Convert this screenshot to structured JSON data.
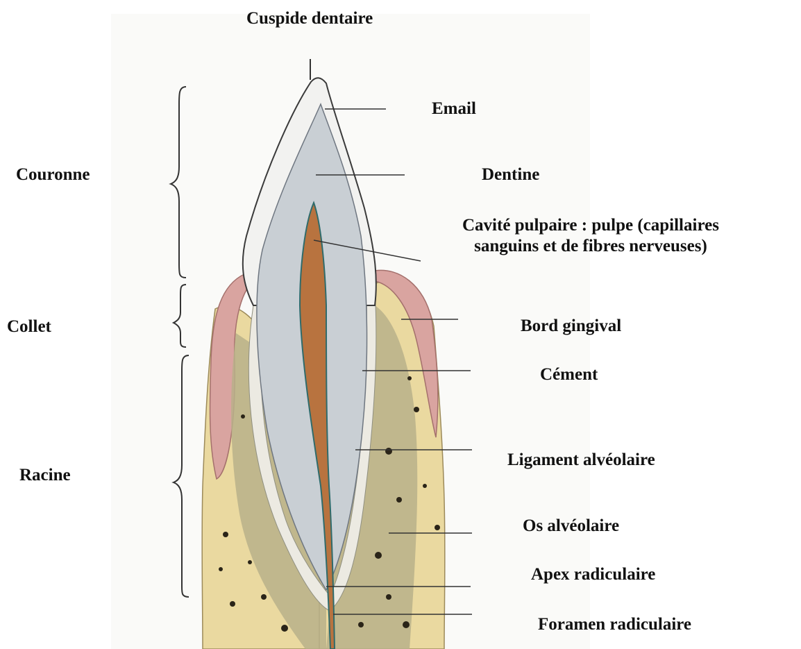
{
  "title": "Cuspide dentaire",
  "left_labels": {
    "couronne": "Couronne",
    "collet": "Collet",
    "racine": "Racine"
  },
  "right_labels": {
    "email": "Email",
    "dentine": "Dentine",
    "cavite_line1": "Cavité pulpaire : pulpe (capillaires",
    "cavite_line2": "sanguins et de fibres nerveuses)",
    "bord_gingival": "Bord gingival",
    "cement": "Cément",
    "ligament": "Ligament alvéolaire",
    "os": "Os alvéolaire",
    "apex": "Apex radiculaire",
    "foramen": "Foramen radiculaire"
  },
  "colors": {
    "enamel": "#f2f2f0",
    "dentin": "#c9cfd4",
    "pulp": "#b8733f",
    "pulp_outline": "#2f6b6b",
    "gum": "#d9a4a0",
    "bone": "#ead9a0",
    "spongy_bone": "#b9b08a",
    "ligament": "#eceae2",
    "lines": "#333333"
  }
}
